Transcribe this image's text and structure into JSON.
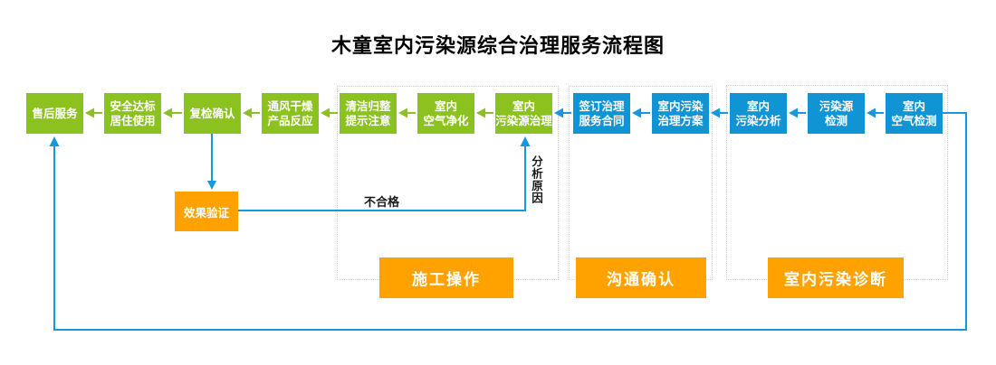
{
  "title": "木童室内污染源综合治理服务流程图",
  "colors": {
    "green": "#8CC21F",
    "blue": "#1094D3",
    "orange": "#FFA200",
    "line_blue": "#1898DC",
    "border_gray": "#CCCCCC"
  },
  "steps": [
    {
      "label": "售后服务",
      "color": "green"
    },
    {
      "label": "安全达标\n居住使用",
      "color": "green"
    },
    {
      "label": "复检确认",
      "color": "green"
    },
    {
      "label": "通风干燥\n产品反应",
      "color": "green"
    },
    {
      "label": "清洁归整\n提示注意",
      "color": "green"
    },
    {
      "label": "室内\n空气净化",
      "color": "green"
    },
    {
      "label": "室内\n污染源治理",
      "color": "green"
    },
    {
      "label": "签订治理\n服务合同",
      "color": "blue"
    },
    {
      "label": "室内污染\n治理方案",
      "color": "blue"
    },
    {
      "label": "室内\n污染分析",
      "color": "blue"
    },
    {
      "label": "污染源\n检测",
      "color": "blue"
    },
    {
      "label": "室内\n空气检测",
      "color": "blue"
    }
  ],
  "effect_box": {
    "label": "效果验证"
  },
  "groups": [
    {
      "label": "施工操作"
    },
    {
      "label": "沟通确认"
    },
    {
      "label": "室内污染诊断"
    }
  ],
  "edge_labels": {
    "fail": "不合格",
    "analyze": "分析原因"
  }
}
